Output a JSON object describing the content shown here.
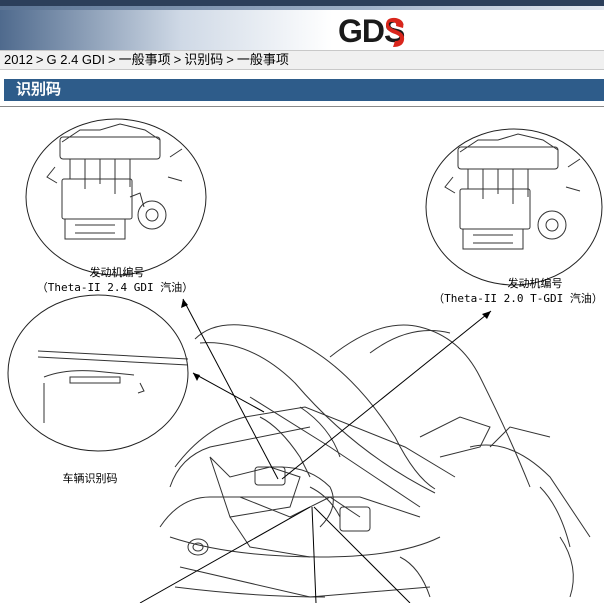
{
  "header": {
    "logo_text": "GDS"
  },
  "breadcrumb": {
    "items": [
      "2012",
      "G 2.4 GDI",
      "一般事项",
      "识别码",
      "一般事项"
    ],
    "separator": ">"
  },
  "section": {
    "title": "识别码"
  },
  "figure": {
    "engine_left": {
      "title": "发动机编号",
      "subtitle": "（Theta-II 2.4 GDI 汽油）"
    },
    "engine_right": {
      "title": "发动机编号",
      "subtitle": "（Theta-II 2.0 T-GDI 汽油）"
    },
    "vin_label": "车辆识别码"
  },
  "colors": {
    "section_bg": "#2e5c8a",
    "header_dark": "#2c3f5a",
    "logo_red": "#d9261c"
  }
}
